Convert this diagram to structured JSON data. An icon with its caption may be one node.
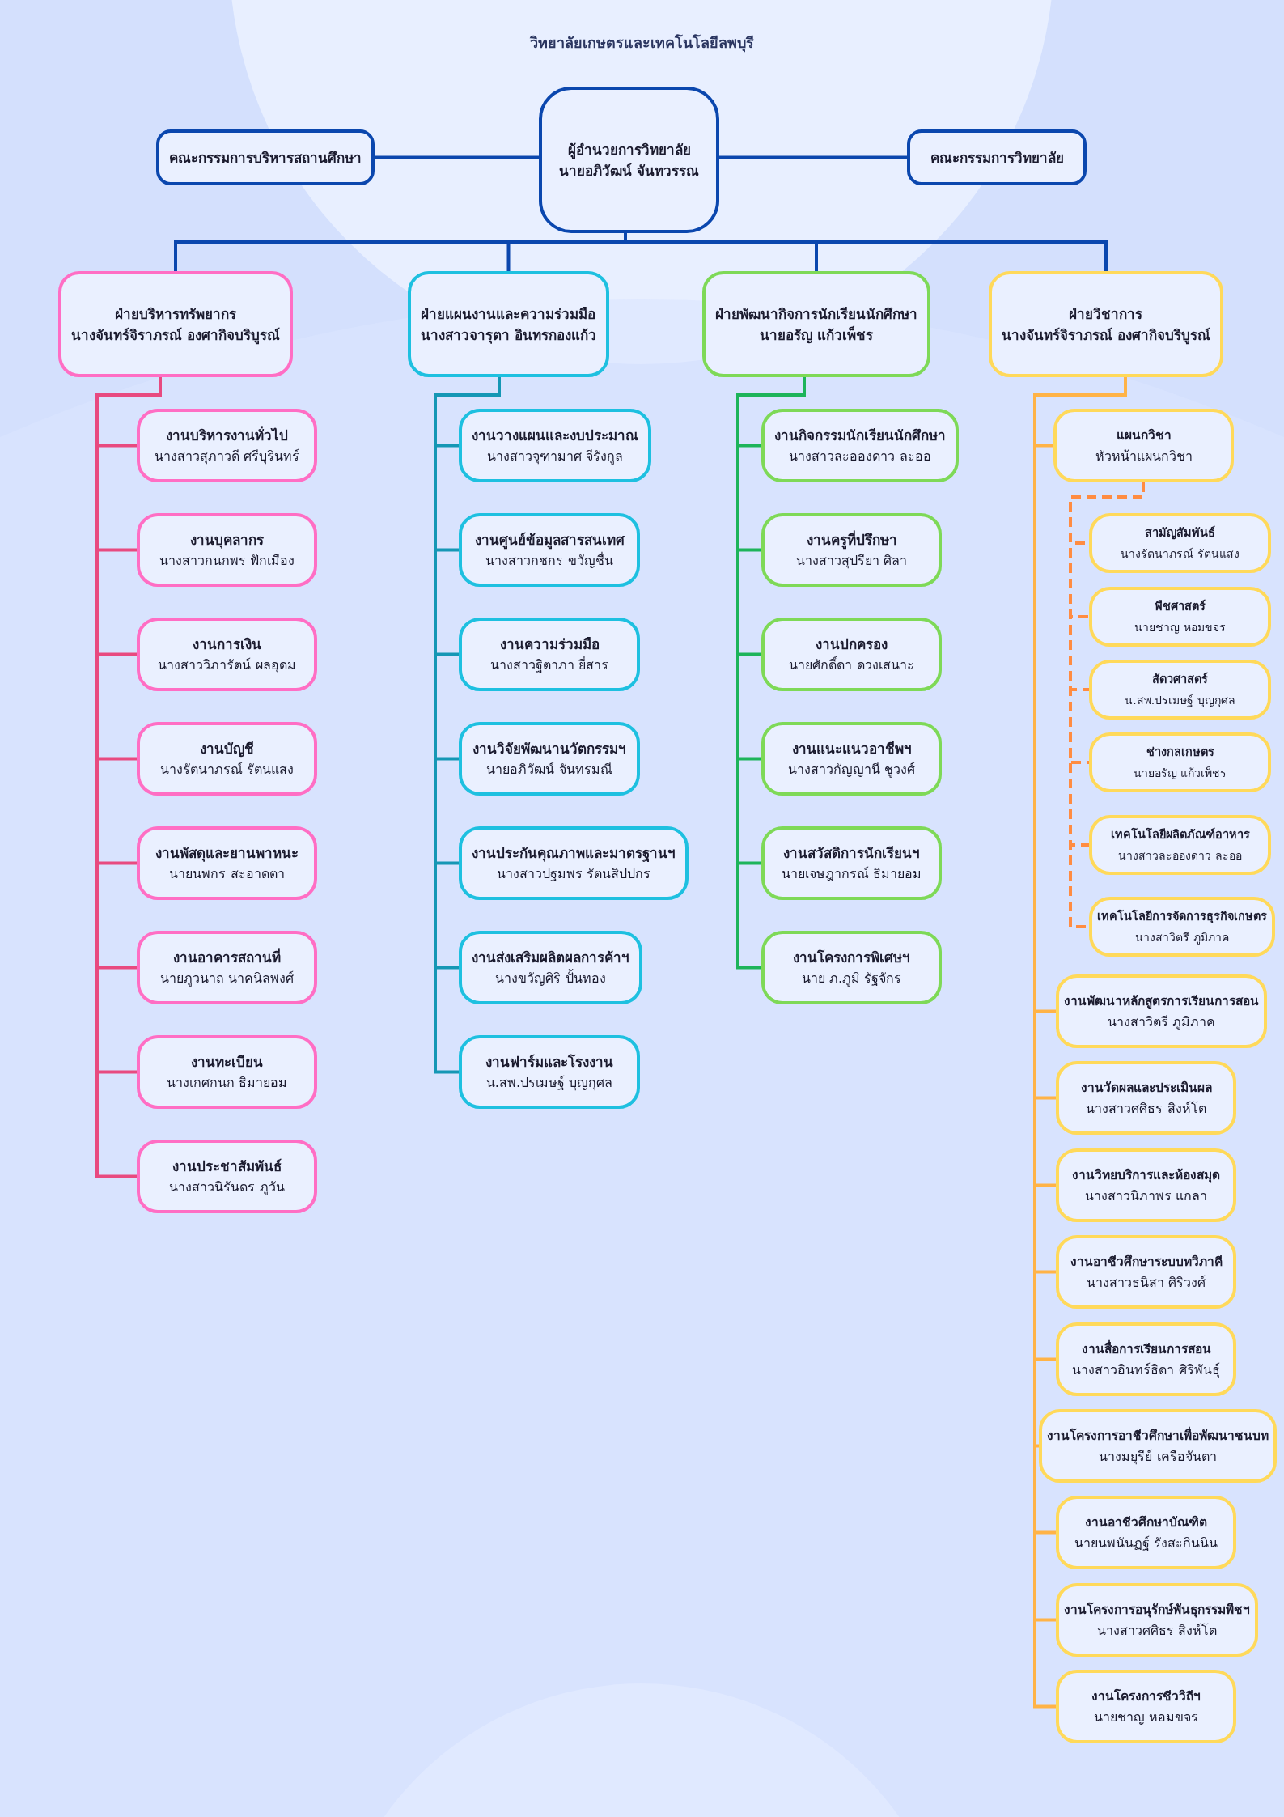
{
  "diagram": {
    "title": "วิทยาลัยเกษตรและเทคโนโลยีลพบุรี",
    "nodes": [
      {
        "text": [
          "ผู้อำนวยการวิทยาลัย",
          "นายอภิวัฒน์ จันทวรรณ"
        ]
      },
      {
        "text": [
          "คณะกรรมการบริหารสถานศึกษา"
        ]
      },
      {
        "text": [
          "คณะกรรมการวิทยาลัย"
        ]
      },
      {
        "text": [
          "ฝ่ายบริหารทรัพยากร",
          "นางจันทร์จิราภรณ์ องศากิจบริบูรณ์"
        ]
      },
      {
        "text": [
          "ฝ่ายแผนงานและความร่วมมือ",
          "นางสาวจารุตา อินทรกองแก้ว"
        ]
      },
      {
        "text": [
          "ฝ่ายพัฒนากิจการนักเรียนนักศึกษา",
          "นายอรัญ แก้วเพ็ชร"
        ]
      },
      {
        "text": [
          "ฝ่ายวิชาการ",
          "นางจันทร์จิราภรณ์ องศากิจบริบูรณ์"
        ]
      },
      {
        "text": [
          "งานบริหารงานทั่วไป",
          "นางสาวสุภาวดี ศรีบุรินทร์"
        ]
      },
      {
        "text": [
          "งานบุคลากร",
          "นางสาวกนกพร ฟักเมือง"
        ]
      },
      {
        "text": [
          "งานการเงิน",
          "นางสาววิภารัตน์ ผลอุดม"
        ]
      },
      {
        "text": [
          "งานบัญชี",
          "นางรัตนาภรณ์ รัตนแสง"
        ]
      },
      {
        "text": [
          "งานพัสดุและยานพาหนะ",
          "นายนพกร สะอาดตา"
        ]
      },
      {
        "text": [
          "งานอาคารสถานที่",
          "นายภูวนาถ นาคนิลพงศ์"
        ]
      },
      {
        "text": [
          "งานทะเบียน",
          "นางเกศกนก ธิมายอม"
        ]
      },
      {
        "text": [
          "งานประชาสัมพันธ์",
          "นางสาวนิรันดร ภูวัน"
        ]
      },
      {
        "text": [
          "งานวางแผนและงบประมาณ",
          "นางสาวจุฑามาศ จีรังกูล"
        ]
      },
      {
        "text": [
          "งานศูนย์ข้อมูลสารสนเทศ",
          "นางสาวกชกร ขวัญชื่น"
        ]
      },
      {
        "text": [
          "งานความร่วมมือ",
          "นางสาวฐิตาภา ยี่สาร"
        ]
      },
      {
        "text": [
          "งานวิจัยพัฒนานวัตกรรมฯ",
          "นายอภิวัฒน์ จันทรมณี"
        ]
      },
      {
        "text": [
          "งานประกันคุณภาพและมาตรฐานฯ",
          "นางสาวปฐมพร รัตนสิปปกร"
        ]
      },
      {
        "text": [
          "งานส่งเสริมผลิตผลการค้าฯ",
          "นางขวัญศิริ ปั้นทอง"
        ]
      },
      {
        "text": [
          "งานฟาร์มและโรงงาน",
          "น.สพ.ปรเมษฐ์ บุญกุศล"
        ]
      },
      {
        "text": [
          "งานกิจกรรมนักเรียนนักศึกษา",
          "นางสาวละอองดาว ละออ"
        ]
      },
      {
        "text": [
          "งานครูที่ปรึกษา",
          "นางสาวสุปรียา ศิลา"
        ]
      },
      {
        "text": [
          "งานปกครอง",
          "นายศักดิ์ดา ดวงเสนาะ"
        ]
      },
      {
        "text": [
          "งานแนะแนวอาชีพฯ",
          "นางสาวกัญญานี ชูวงศ์"
        ]
      },
      {
        "text": [
          "งานสวัสดิการนักเรียนฯ",
          "นายเจษฎากรณ์ ธิมายอม"
        ]
      },
      {
        "text": [
          "งานโครงการพิเศษฯ",
          "นาย ภ.ภูมิ รัฐจักร"
        ]
      },
      {
        "text": [
          "แผนกวิชา",
          "หัวหน้าแผนกวิชา"
        ]
      },
      {
        "text": [
          "สามัญสัมพันธ์",
          "นางรัตนาภรณ์ รัตนแสง"
        ]
      },
      {
        "text": [
          "พืชศาสตร์",
          "นายชาญ หอมขจร"
        ]
      },
      {
        "text": [
          "สัตวศาสตร์",
          "น.สพ.ปรเมษฐ์ บุญกุศล"
        ]
      },
      {
        "text": [
          "ช่างกลเกษตร",
          "นายอรัญ แก้วเพ็ชร"
        ]
      },
      {
        "text": [
          "เทคโนโลยีผลิตภัณฑ์อาหาร",
          "นางสาวละอองดาว ละออ"
        ]
      },
      {
        "text": [
          "เทคโนโลยีการจัดการธุรกิจเกษตร",
          "นางสาวิตรี ภูมิภาค"
        ]
      },
      {
        "text": [
          "งานพัฒนาหลักสูตรการเรียนการสอน",
          "นางสาวิตรี ภูมิภาค"
        ]
      },
      {
        "text": [
          "งานวัดผลและประเมินผล",
          "นางสาวศศิธร สิงห์โต"
        ]
      },
      {
        "text": [
          "งานวิทยบริการและห้องสมุด",
          "นางสาวนิภาพร แกลา"
        ]
      },
      {
        "text": [
          "งานอาชีวศึกษาระบบทวิภาคี",
          "นางสาวธนิสา ศิริวงศ์"
        ]
      },
      {
        "text": [
          "งานสื่อการเรียนการสอน",
          "นางสาวอินทร์ธิดา ศิริพันธุ์"
        ]
      },
      {
        "text": [
          "งานโครงการอาชีวศึกษาเพื่อพัฒนาชนบท",
          "นางมยุรีย์ เครือจันตา"
        ]
      },
      {
        "text": [
          "งานอาชีวศึกษาบัณฑิต",
          "นายนพนันฏฐ์ รังสะกินนิน"
        ]
      },
      {
        "text": [
          "งานโครงการอนุรักษ์พันธุกรรมพืชฯ",
          "นางสาวศศิธร สิงห์โต"
        ]
      },
      {
        "text": [
          "งานโครงการชีววิถีฯ",
          "นายชาญ หอมขจร"
        ]
      }
    ],
    "edges": [
      {
        "from": 0,
        "to": 1,
        "arrow": "none",
        "color": "#0b47ae"
      },
      {
        "from": 0,
        "to": 2,
        "arrow": "none",
        "color": "#0b47ae"
      },
      {
        "from": 0,
        "to": 3,
        "arrow": "none",
        "color": "#0b47ae"
      },
      {
        "from": 0,
        "to": 4,
        "arrow": "none",
        "color": "#0b47ae"
      },
      {
        "from": 0,
        "to": 5,
        "arrow": "none",
        "color": "#0b47ae"
      },
      {
        "from": 0,
        "to": 6,
        "arrow": "none",
        "color": "#0b47ae"
      },
      {
        "from": 3,
        "to": 7,
        "arrow": "none",
        "color": "#e84a80"
      },
      {
        "from": 3,
        "to": 8,
        "arrow": "none",
        "color": "#e84a80"
      },
      {
        "from": 3,
        "to": 9,
        "arrow": "none",
        "color": "#e84a80"
      },
      {
        "from": 3,
        "to": 10,
        "arrow": "none",
        "color": "#e84a80"
      },
      {
        "from": 3,
        "to": 11,
        "arrow": "none",
        "color": "#e84a80"
      },
      {
        "from": 3,
        "to": 12,
        "arrow": "none",
        "color": "#e84a80"
      },
      {
        "from": 3,
        "to": 13,
        "arrow": "none",
        "color": "#e84a80"
      },
      {
        "from": 3,
        "to": 14,
        "arrow": "none",
        "color": "#e84a80"
      },
      {
        "from": 4,
        "to": 15,
        "arrow": "none",
        "color": "#1597b5"
      },
      {
        "from": 4,
        "to": 16,
        "arrow": "none",
        "color": "#1597b5"
      },
      {
        "from": 4,
        "to": 17,
        "arrow": "none",
        "color": "#1597b5"
      },
      {
        "from": 4,
        "to": 18,
        "arrow": "none",
        "color": "#1597b5"
      },
      {
        "from": 4,
        "to": 19,
        "arrow": "none",
        "color": "#1597b5"
      },
      {
        "from": 4,
        "to": 20,
        "arrow": "none",
        "color": "#1597b5"
      },
      {
        "from": 4,
        "to": 21,
        "arrow": "none",
        "color": "#1597b5"
      },
      {
        "from": 5,
        "to": 22,
        "arrow": "none",
        "color": "#1db45a"
      },
      {
        "from": 5,
        "to": 23,
        "arrow": "none",
        "color": "#1db45a"
      },
      {
        "from": 5,
        "to": 24,
        "arrow": "none",
        "color": "#1db45a"
      },
      {
        "from": 5,
        "to": 25,
        "arrow": "none",
        "color": "#1db45a"
      },
      {
        "from": 5,
        "to": 26,
        "arrow": "none",
        "color": "#1db45a"
      },
      {
        "from": 5,
        "to": 27,
        "arrow": "none",
        "color": "#1db45a"
      },
      {
        "from": 6,
        "to": 28,
        "arrow": "none"
      },
      {
        "from": 28,
        "to": 29,
        "arrow": "none",
        "style": "dashed",
        "color": "#ff8c42"
      },
      {
        "from": 28,
        "to": 30,
        "arrow": "none",
        "style": "dashed",
        "color": "#ff8c42"
      },
      {
        "from": 28,
        "to": 31,
        "arrow": "none",
        "style": "dashed",
        "color": "#ff8c42"
      },
      {
        "from": 28,
        "to": 32,
        "arrow": "none",
        "style": "dashed",
        "color": "#ff8c42"
      },
      {
        "from": 28,
        "to": 33,
        "arrow": "none",
        "style": "dashed",
        "color": "#ff8c42"
      },
      {
        "from": 28,
        "to": 34,
        "arrow": "none",
        "style": "dashed",
        "color": "#ff8c42"
      },
      {
        "from": 6,
        "to": 35,
        "arrow": "none"
      },
      {
        "from": 6,
        "to": 36,
        "arrow": "none"
      },
      {
        "from": 6,
        "to": 37,
        "arrow": "none"
      },
      {
        "from": 6,
        "to": 38,
        "arrow": "none"
      },
      {
        "from": 6,
        "to": 39,
        "arrow": "none"
      },
      {
        "from": 6,
        "to": 40,
        "arrow": "none"
      },
      {
        "from": 6,
        "to": 41,
        "arrow": "none"
      },
      {
        "from": 6,
        "to": 42,
        "arrow": "none"
      },
      {
        "from": 6,
        "to": 43,
        "arrow": "none"
      }
    ]
  }
}
